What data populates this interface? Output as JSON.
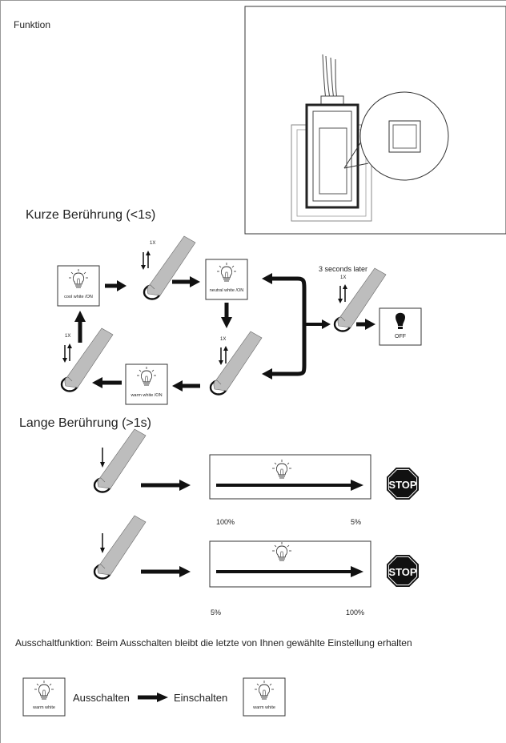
{
  "header": {
    "funktion_label": "Funktion"
  },
  "short_touch": {
    "title": "Kurze Berührung (<1s)",
    "taps": [
      "1X",
      "1X",
      "1X",
      "1X"
    ],
    "boxes": {
      "cool_white": "cool white /ON",
      "neutral_white": "neutral white /ON",
      "warm_white": "warm white /ON",
      "off": "OFF"
    },
    "delay_label": "3 seconds later"
  },
  "long_touch": {
    "title": "Lange Berührung (>1s)",
    "rows": [
      {
        "start_label": "100%",
        "end_label": "5%",
        "stop_label": "STOP"
      },
      {
        "start_label": "5%",
        "end_label": "100%",
        "stop_label": "STOP"
      }
    ]
  },
  "off_function": {
    "text": "Ausschaltfunktion: Beim Ausschalten bleibt die letzte von Ihnen gewählte Einstellung erhalten",
    "left_box": "warm white",
    "off_word": "Ausschalten",
    "on_word": "Einschalten",
    "right_box": "warm white"
  }
}
